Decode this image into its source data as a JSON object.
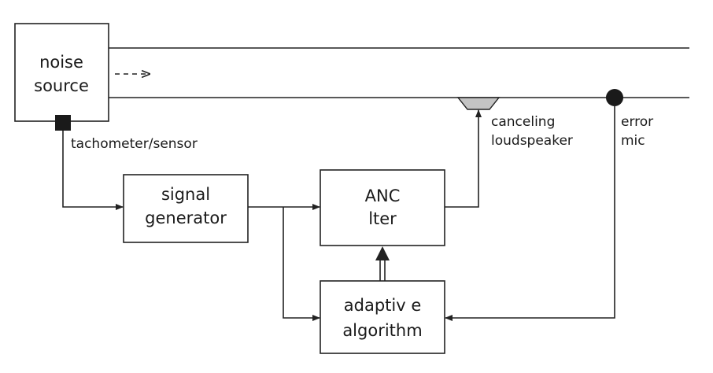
{
  "blocks": {
    "noise_source": [
      "noise",
      "source"
    ],
    "signal_generator": [
      "signal",
      "generator"
    ],
    "anc_filter": [
      "ANC",
      "lter"
    ],
    "adaptive_algorithm": [
      "adaptiv e",
      "algorithm"
    ]
  },
  "labels": {
    "tachometer": "tachometer/sensor",
    "loudspeaker": [
      "canceling",
      "loudspeaker"
    ],
    "error_mic": [
      "error",
      "mic"
    ]
  }
}
